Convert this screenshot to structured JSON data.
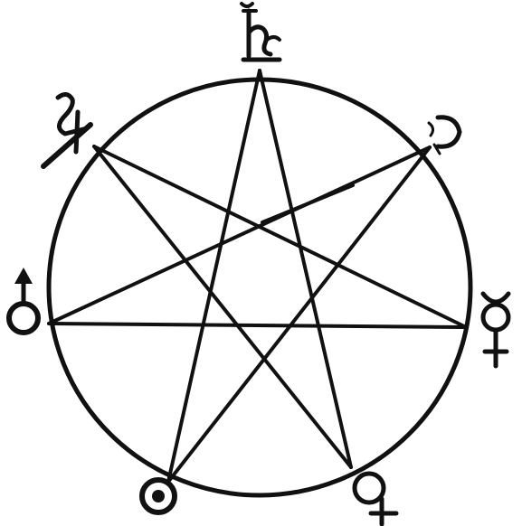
{
  "diagram": {
    "kind": "heptagram",
    "star_order": "{7/3}",
    "ink_color": "#111111",
    "background": "#ffffff",
    "vertices": [
      {
        "name": "saturn",
        "symbol_icon": "saturn-symbol-icon"
      },
      {
        "name": "moon",
        "symbol_icon": "moon-symbol-icon"
      },
      {
        "name": "mercury",
        "symbol_icon": "mercury-symbol-icon"
      },
      {
        "name": "venus",
        "symbol_icon": "venus-symbol-icon"
      },
      {
        "name": "sun",
        "symbol_icon": "sun-symbol-icon"
      },
      {
        "name": "mars",
        "symbol_icon": "mars-symbol-icon"
      },
      {
        "name": "jupiter",
        "symbol_icon": "jupiter-symbol-icon"
      }
    ]
  }
}
